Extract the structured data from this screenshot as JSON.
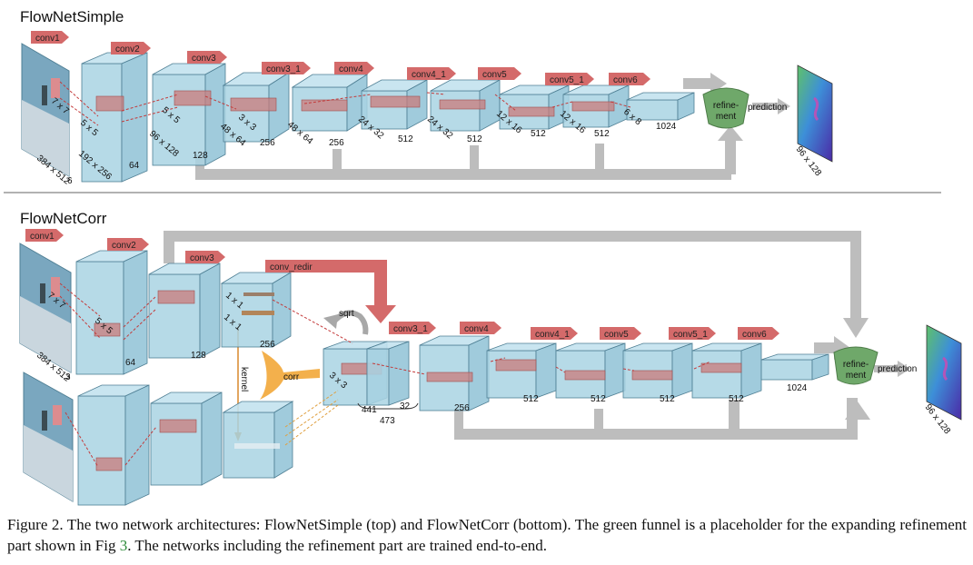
{
  "simple": {
    "title": "FlowNetSimple",
    "tags": [
      "conv1",
      "conv2",
      "conv3",
      "conv3_1",
      "conv4",
      "conv4_1",
      "conv5",
      "conv5_1",
      "conv6"
    ],
    "input_size": "384 x 512",
    "input_ch": "6",
    "kernels": [
      "7 x 7",
      "5 x 5",
      "5 x 5",
      "3 x 3"
    ],
    "sizes": [
      "192 x 256",
      "96 x 128",
      "48 x 64",
      "48 x 64",
      "24 x 32",
      "24 x 32",
      "12 x 16",
      "12 x 16",
      "6 x 8"
    ],
    "channels": [
      "64",
      "128",
      "256",
      "256",
      "512",
      "512",
      "512",
      "512",
      "1024"
    ],
    "refinement": "refine-\nment",
    "prediction": "prediction",
    "out_size": "96 x 128"
  },
  "corr": {
    "title": "FlowNetCorr",
    "tags": [
      "conv1",
      "conv2",
      "conv3",
      "conv_redir",
      "conv3_1",
      "conv4",
      "conv4_1",
      "conv5",
      "conv5_1",
      "conv6"
    ],
    "input_size": "384 x 512",
    "input_ch": "3",
    "k1": "7 x 7",
    "k2": "5 x 5",
    "k3": "3 x 3",
    "one_by_one_a": "1 x 1",
    "one_by_one_b": "1 x 1",
    "ch": [
      "64",
      "128",
      "256",
      "256",
      "512",
      "512",
      "512",
      "512",
      "1024"
    ],
    "sqrt": "sqrt",
    "corr": "corr",
    "kernel": "kernel",
    "w441": "441",
    "w32": "32",
    "w473": "473",
    "refinement": "refine-\nment",
    "prediction": "prediction",
    "out_size": "96 x 128"
  },
  "caption": {
    "part1": "Figure 2. The two network architectures: FlowNetSimple (top) and FlowNetCorr (bottom).  The green funnel is a placeholder for the expanding refinement part shown in Fig ",
    "ref": "3",
    "part2": ". The networks including the refinement part are trained end-to-end."
  },
  "colors": {
    "box_fill": "#a9d3e3",
    "box_edge": "#4f7f94",
    "tag_fill": "#d46a6a",
    "gray_arrow": "#bdbdbd",
    "funnel": "#6fa86a",
    "corr_arrow": "#f3b04c",
    "kernel_line": "#d8892c"
  }
}
